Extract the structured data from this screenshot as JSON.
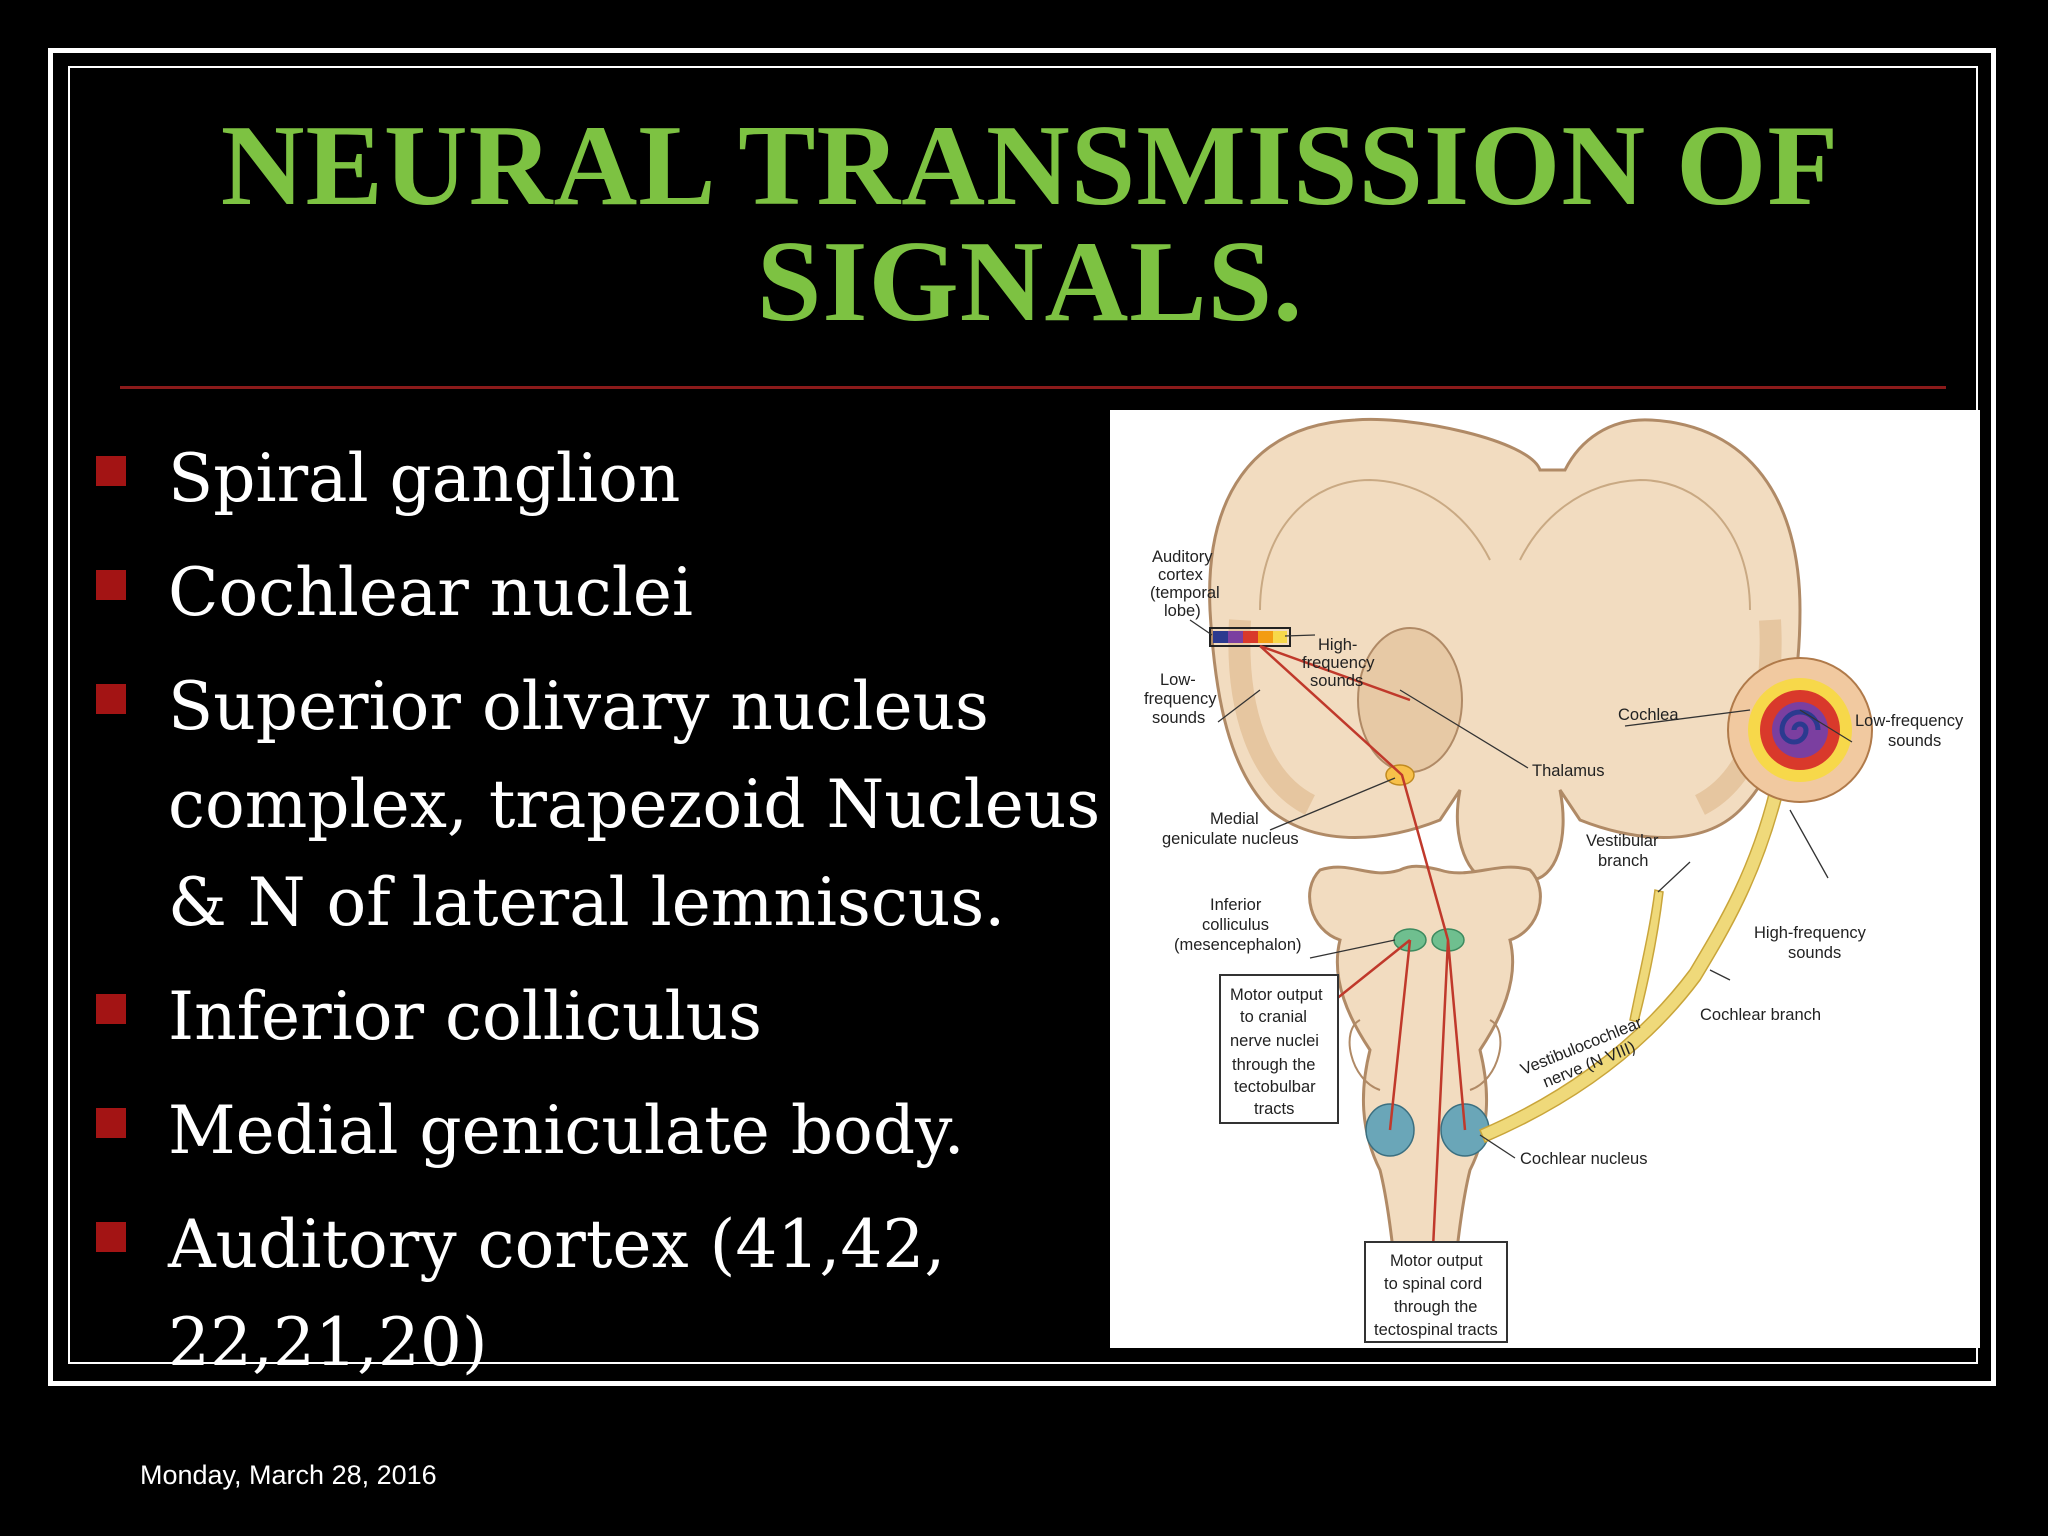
{
  "slide": {
    "title_line1": "NEURAL TRANSMISSION OF",
    "title_line2": "SIGNALS.",
    "bullets": [
      "Spiral ganglion",
      "Cochlear nuclei",
      "Superior olivary nucleus\ncomplex, trapezoid Nucleus\n& N of lateral lemniscus.",
      "Inferior colliculus",
      "Medial geniculate body.",
      "Auditory cortex (41,42,\n22,21,20)"
    ],
    "footer_date": "Monday, March 28, 2016"
  },
  "diagram": {
    "labels": {
      "auditory_cortex": [
        "Auditory",
        "cortex",
        "(temporal",
        "lobe)"
      ],
      "low_frequency_sounds": [
        "Low-",
        "frequency",
        "sounds"
      ],
      "high_frequency_sounds": [
        "High-",
        "frequency",
        "sounds"
      ],
      "thalamus": "Thalamus",
      "medial_geniculate": [
        "Medial",
        "geniculate nucleus"
      ],
      "inferior_colliculus": [
        "Inferior",
        "colliculus",
        "(mesencephalon)"
      ],
      "motor_output_cranial": [
        "Motor output",
        "to cranial",
        "nerve nuclei",
        "through the",
        "tectobulbar",
        "tracts"
      ],
      "cochlea": "Cochlea",
      "cochlea_low_frequency": [
        "Low-frequency",
        "sounds"
      ],
      "cochlea_high_frequency": [
        "High-frequency",
        "sounds"
      ],
      "vestibular_branch": [
        "Vestibular",
        "branch"
      ],
      "cochlear_branch": "Cochlear branch",
      "vestibulocochlear_nerve": [
        "Vestibulocochlear",
        "nerve (N VIII)"
      ],
      "cochlear_nucleus": "Cochlear nucleus",
      "motor_output_spinal": [
        "Motor output",
        "to spinal cord",
        "through  the",
        "tectospinal tracts"
      ]
    },
    "colors": {
      "tissue": "#f2dcc0",
      "tissue_outline": "#b08a66",
      "pathway": "#c0392b",
      "nerve": "#efd97a",
      "nucleus_green": "#6fbf8f",
      "nucleus_blue": "#6aa6b8",
      "tonotopic": [
        "#2b3a8f",
        "#7b3fa0",
        "#d9392b",
        "#f39c12",
        "#f7d84a"
      ]
    }
  }
}
